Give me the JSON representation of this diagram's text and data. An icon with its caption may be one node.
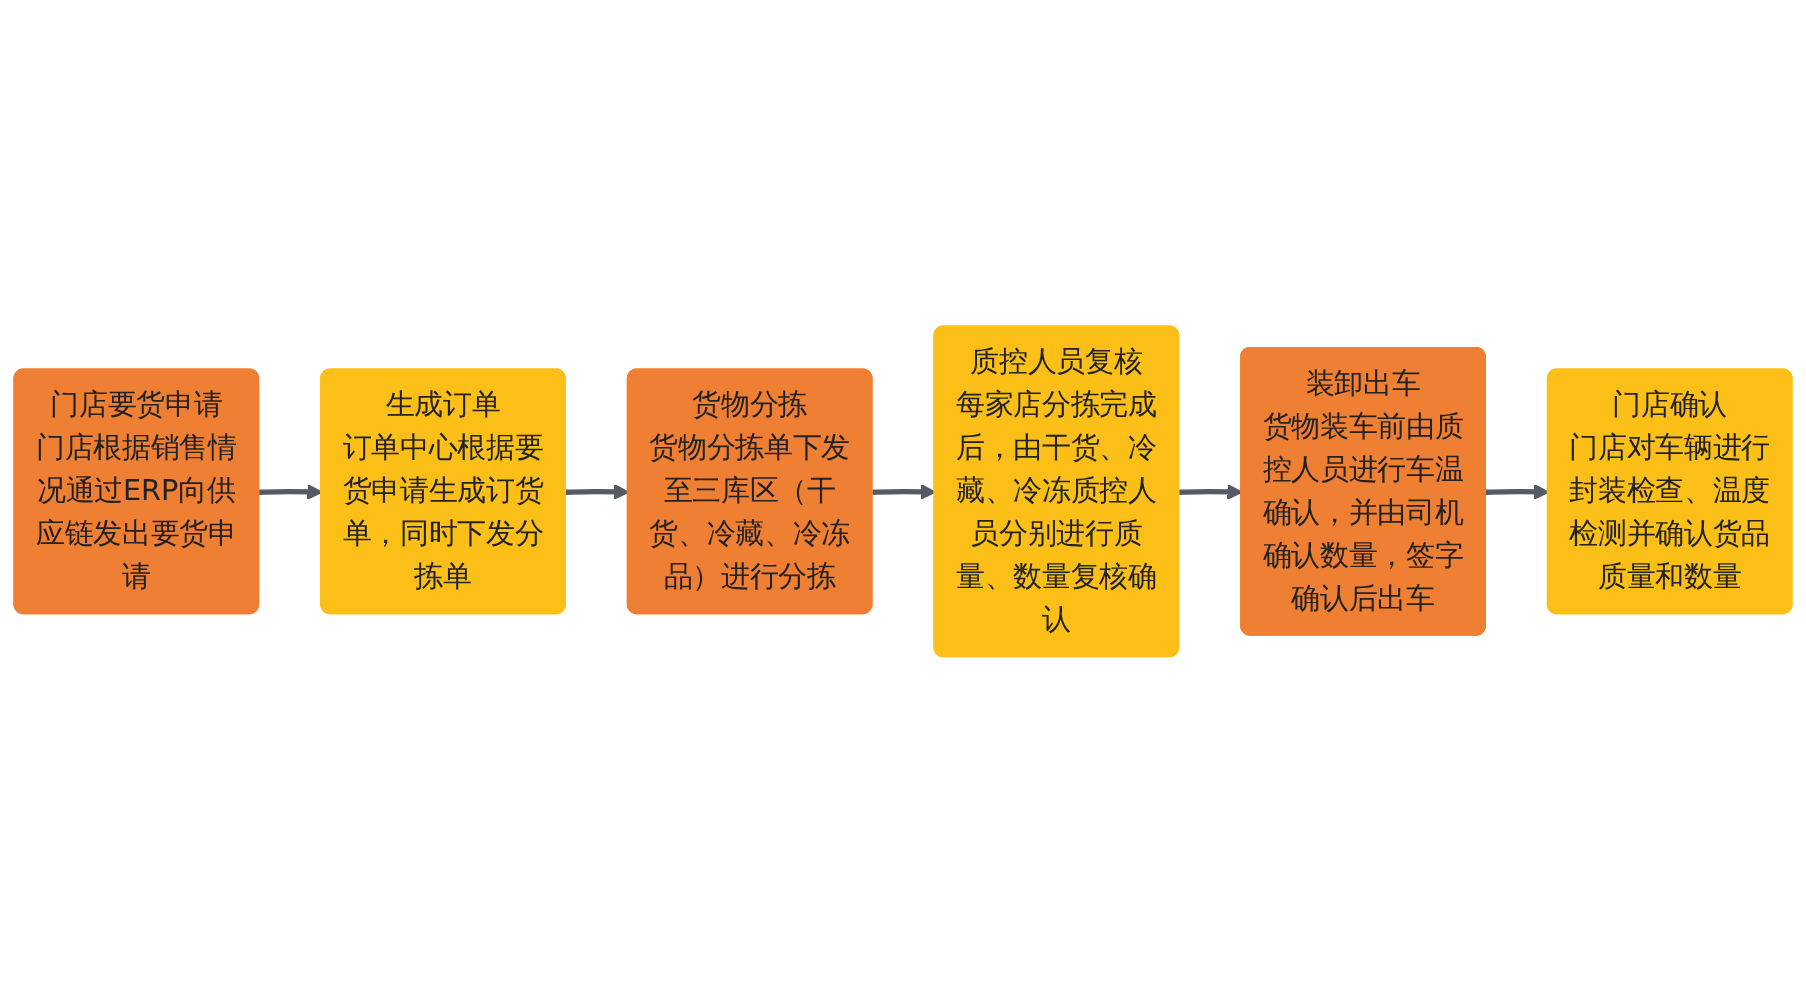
{
  "diagram": {
    "nodes": [
      {
        "text": [
          "门店要货申请",
          "门店根据销售情况通过ERP向供应链发出要货申请"
        ]
      },
      {
        "text": [
          "生成订单",
          "订单中心根据要货申请生成订货单，同时下发分拣单"
        ]
      },
      {
        "text": [
          "货物分拣",
          "货物分拣单下发至三库区（干货、冷藏、冷冻品）进行分拣"
        ]
      },
      {
        "text": [
          "质控人员复核",
          "每家店分拣完成后，由干货、冷藏、冷冻质控人员分别进行质量、数量复核确认"
        ]
      },
      {
        "text": [
          "装卸出车",
          "货物装车前由质控人员进行车温确认，并由司机确认数量，签字确认后出车"
        ]
      },
      {
        "text": [
          "门店确认",
          "门店对车辆进行封装检查、温度检测并确认货品质量和数量"
        ]
      }
    ],
    "edges": [
      {
        "from": 0,
        "to": 1,
        "arrow": "to"
      },
      {
        "from": 1,
        "to": 2,
        "arrow": "to"
      },
      {
        "from": 2,
        "to": 3,
        "arrow": "to"
      },
      {
        "from": 3,
        "to": 4,
        "arrow": "to"
      },
      {
        "from": 4,
        "to": 5,
        "arrow": "to"
      }
    ]
  }
}
